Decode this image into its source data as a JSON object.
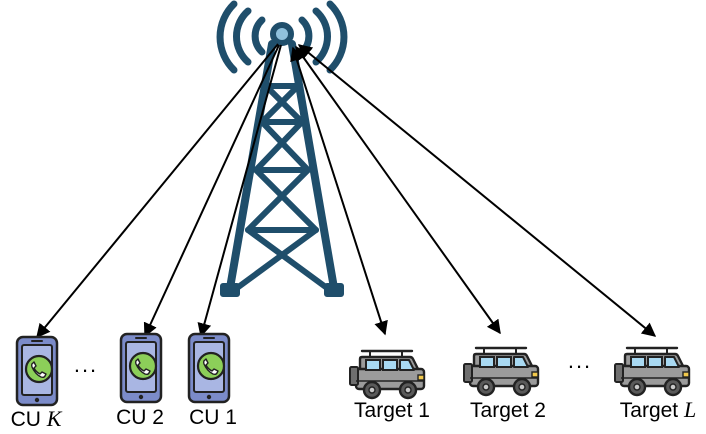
{
  "nodes": {
    "base_station": {
      "icon": "cell-tower-icon",
      "color": "#1f4e6b"
    },
    "users": [
      {
        "prefix": "CU ",
        "index": "K",
        "icon": "smartphone-call-icon"
      },
      {
        "prefix": "CU ",
        "index": "2",
        "icon": "smartphone-call-icon"
      },
      {
        "prefix": "CU ",
        "index": "1",
        "icon": "smartphone-call-icon"
      }
    ],
    "targets": [
      {
        "prefix": "Target ",
        "index": "1",
        "icon": "jeep-icon"
      },
      {
        "prefix": "Target ",
        "index": "2",
        "icon": "jeep-icon"
      },
      {
        "prefix": "Target ",
        "index": "L",
        "icon": "jeep-icon"
      }
    ]
  },
  "ellipsis": "...",
  "links": {
    "to_users": "one-way arrow from base station",
    "to_targets": "two-way arrow with base station"
  },
  "colors": {
    "tower": "#1f4e6b",
    "phone_body": "#7b8bc9",
    "phone_screen": "#a9b6e3",
    "call_badge": "#8ccf59",
    "jeep": "#9b9b9b",
    "jeep_window": "#a9d9f2"
  }
}
